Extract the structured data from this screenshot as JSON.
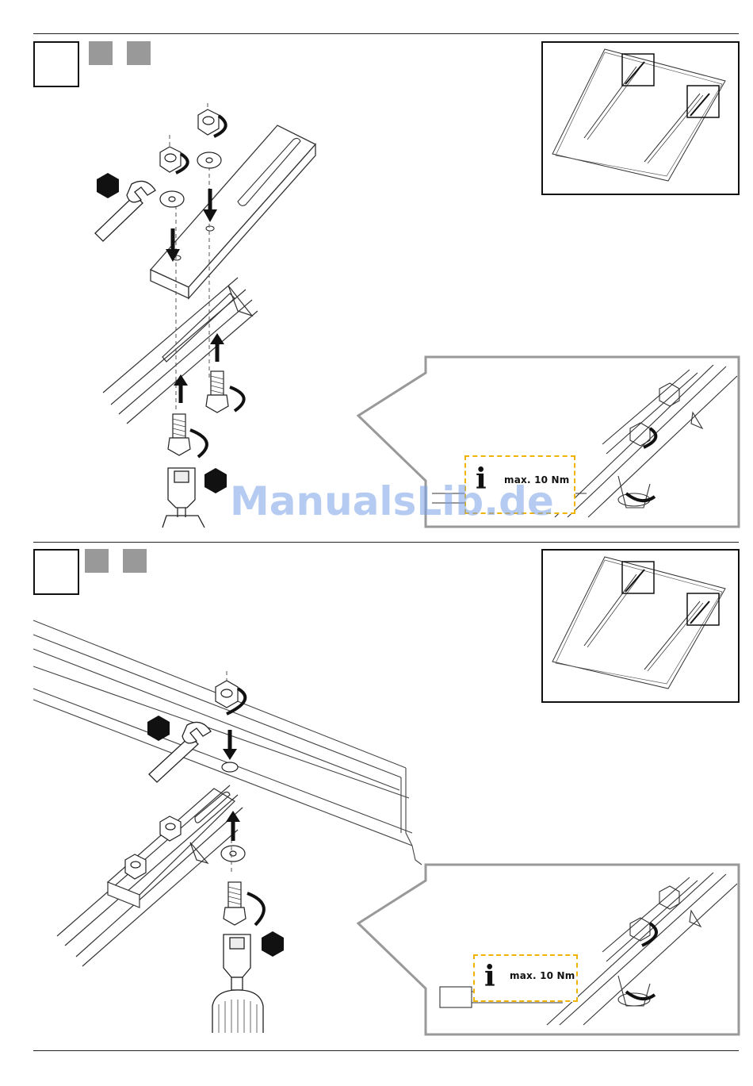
{
  "steps": [
    {
      "callout": {
        "torque_label": "max. 10 Nm",
        "info_glyph": "i"
      }
    },
    {
      "callout": {
        "torque_label": "max. 10 Nm",
        "info_glyph": "i"
      }
    }
  ],
  "watermark": "ManualsLib.de",
  "icons": [
    "wrench-icon",
    "socket-driver-icon",
    "hex-nut-icon",
    "info-icon",
    "rotate-arrow-icon"
  ],
  "colors": {
    "marker_square": "#999999",
    "info_border": "#f0b400",
    "watermark": "#78a0e6"
  }
}
